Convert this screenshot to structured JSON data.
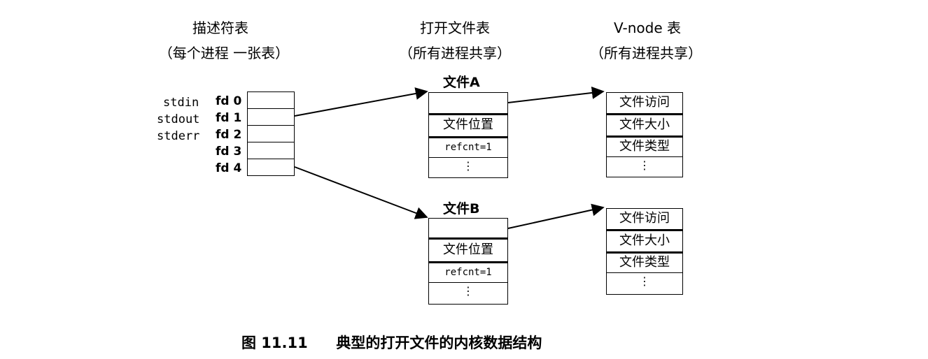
{
  "headers": {
    "descriptor": {
      "title": "描述符表",
      "subtitle": "（每个进程 一张表）"
    },
    "open_file": {
      "title": "打开文件表",
      "subtitle": "（所有进程共享）"
    },
    "vnode": {
      "title": "V-node 表",
      "subtitle": "（所有进程共享）"
    }
  },
  "descriptor_rows": [
    {
      "stream": "stdin",
      "fd": "fd 0"
    },
    {
      "stream": "stdout",
      "fd": "fd 1"
    },
    {
      "stream": "stderr",
      "fd": "fd 2"
    },
    {
      "stream": "",
      "fd": "fd 3"
    },
    {
      "stream": "",
      "fd": "fd 4"
    }
  ],
  "file_a": {
    "label": "文件A",
    "position": "文件位置",
    "refcnt": "refcnt=1",
    "ellipsis": "⋮"
  },
  "file_b": {
    "label": "文件B",
    "position": "文件位置",
    "refcnt": "refcnt=1",
    "ellipsis": "⋮"
  },
  "vnode_a": {
    "access": "文件访问",
    "size": "文件大小",
    "type": "文件类型",
    "ellipsis": "⋮"
  },
  "vnode_b": {
    "access": "文件访问",
    "size": "文件大小",
    "type": "文件类型",
    "ellipsis": "⋮"
  },
  "caption": {
    "number": "图 11.11",
    "text": "典型的打开文件的内核数据结构"
  }
}
